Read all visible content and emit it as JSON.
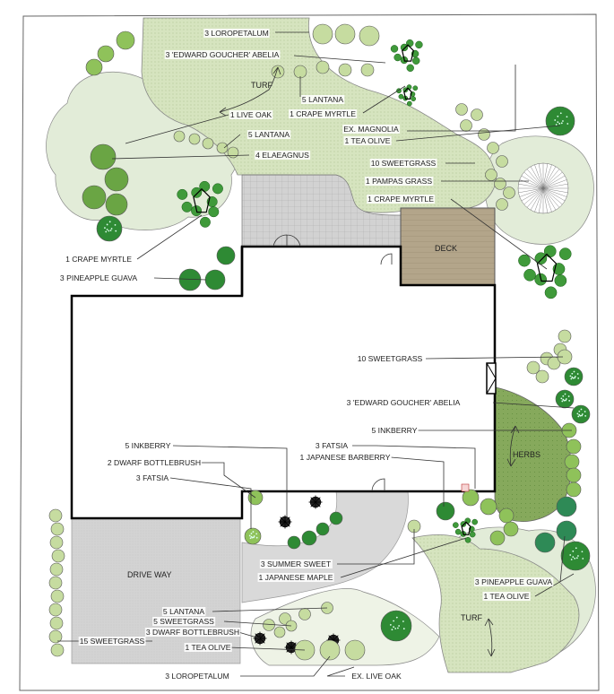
{
  "colors": {
    "turf": "#d2e1b8",
    "tree_canopy": "#e1ebd6",
    "shrub_light": "#c6dca0",
    "shrub_med": "#8fc25a",
    "shrub_dark": "#2e8a34",
    "patio": "#cfcfcf",
    "deck": "#b1a389",
    "herbs": "#83a659",
    "driveway": "#d4d4d4",
    "path": "#dcdcdc"
  },
  "areas": {
    "turf_top": "TURF",
    "deck": "DECK",
    "herbs": "HERBS",
    "driveway": "DRIVE WAY",
    "turf_bottom": "TURF"
  },
  "labels": {
    "l01": "3 LOROPETALUM",
    "l02": "3 'EDWARD GOUCHER' ABELIA",
    "l03": "5 LANTANA",
    "l04": "1 CRAPE MYRTLE",
    "l05": "1 LIVE OAK",
    "l06": "5 LANTANA",
    "l07": "4 ELAEAGNUS",
    "l08": "EX. MAGNOLIA",
    "l09": "1 TEA  OLIVE",
    "l10": "10 SWEETGRASS",
    "l11": "1 PAMPAS GRASS",
    "l12": "1 CRAPE MYRTLE",
    "l13": "1 CRAPE MYRTLE",
    "l14": "3 PINEAPPLE GUAVA",
    "l15": "10 SWEETGRASS",
    "l16": "3  'EDWARD GOUCHER' ABELIA",
    "l17": "5 INKBERRY",
    "l18": "5 INKBERRY",
    "l19": "3 FATSIA",
    "l20": "2 DWARF BOTTLEBRUSH",
    "l21": "1 JAPANESE BARBERRY",
    "l22": "3 FATSIA",
    "l23": "3 SUMMER SWEET",
    "l24": "1 JAPANESE MAPLE",
    "l25": "3 PINEAPPLE GUAVA",
    "l26": "1 TEA  OLIVE",
    "l27": "5 LANTANA",
    "l28": "5 SWEETGRASS",
    "l29": "3 DWARF BOTTLEBRUSH",
    "l30": "15 SWEETGRASS",
    "l31": "1 TEA  OLIVE",
    "l32": "3 LOROPETALUM",
    "l33": "EX. LIVE OAK"
  }
}
